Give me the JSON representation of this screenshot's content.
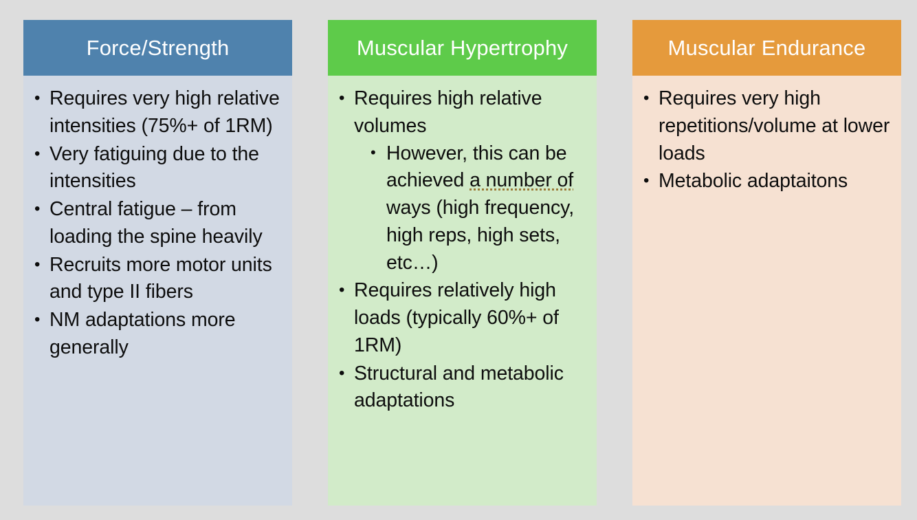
{
  "slide": {
    "background_color": "#dddddd",
    "columns": [
      {
        "id": "force-strength",
        "title": "Force/Strength",
        "header_color": "#4f82ad",
        "body_color": "#d2d9e4",
        "bullets": [
          {
            "text": "Requires very high relative intensities (75%+ of 1RM)"
          },
          {
            "text": "Very fatiguing due to the intensities"
          },
          {
            "text": "Central fatigue – from loading the spine heavily"
          },
          {
            "text": "Recruits more motor units and type II fibers"
          },
          {
            "text": "NM adaptations more generally"
          }
        ]
      },
      {
        "id": "muscular-hypertrophy",
        "title": "Muscular Hypertrophy",
        "header_color": "#5ecb4a",
        "body_color": "#d2ebc9",
        "bullets": [
          {
            "text": "Requires high relative volumes",
            "sub_bullets": [
              {
                "text_before": "However, this can be achieved ",
                "flagged_text": "a number of",
                "text_after": " ways (high frequency, high reps, high sets, etc…)",
                "flag_type": "grammar-underline",
                "flag_color": "#9a7a38"
              }
            ]
          },
          {
            "text": "Requires relatively high loads (typically 60%+ of 1RM)"
          },
          {
            "text": "Structural and metabolic adaptations"
          }
        ]
      },
      {
        "id": "muscular-endurance",
        "title": "Muscular Endurance",
        "header_color": "#e59a3c",
        "body_color": "#f6e1d2",
        "bullets": [
          {
            "text": "Requires very high repetitions/volume at lower loads"
          },
          {
            "text": "Metabolic adaptaitons"
          }
        ]
      }
    ]
  }
}
